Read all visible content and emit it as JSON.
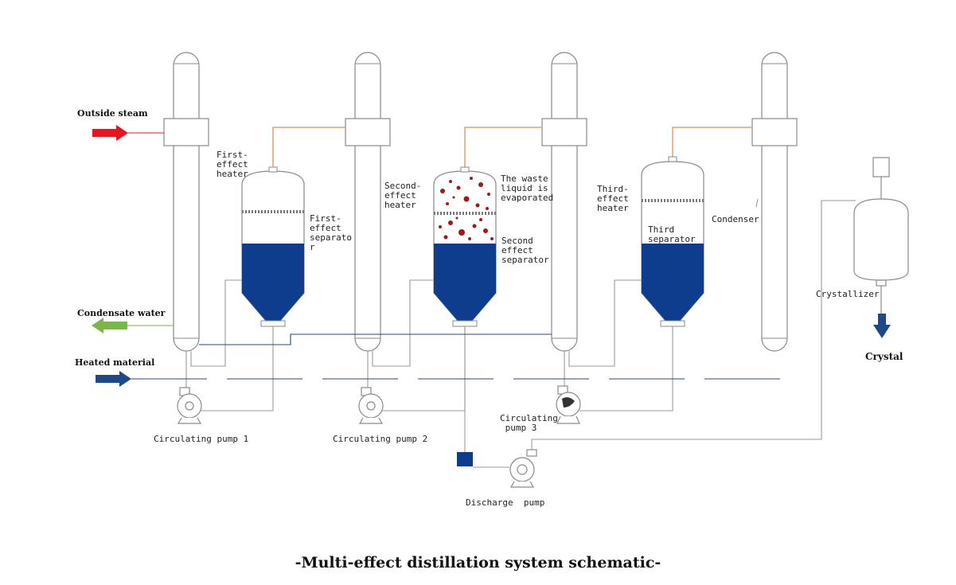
{
  "labels": {
    "outside_steam": "Outside steam",
    "condensate_water": "Condensate water",
    "heated_material": "Heated material",
    "first_effect_heater": "First-\neffect\nheater",
    "first_effect_separator": "First-\neffect\nseparato\nr",
    "second_effect_heater": "Second-\neffect\nheater",
    "waste_liquid": "The waste\nliquid is\nevaporated",
    "second_effect_separator": "Second\neffect\nseparator",
    "third_effect_heater": "Third-\neffect\nheater",
    "third_separator": "Third\nseparator",
    "condenser": "Condenser",
    "crystallizer": "Crystallizer",
    "crystal": "Crystal",
    "circulating_pump_1": "Circulating pump 1",
    "circulating_pump_2": "Circulating pump 2",
    "circulating_pump_3": "Circulating\n pump 3",
    "discharge_pump": "Discharge  pump"
  },
  "caption": "-Multi-effect distillation system schematic-",
  "colors": {
    "steam_arrow": "#e8141b",
    "condensate_arrow": "#7ab648",
    "material_arrow": "#1d4a86",
    "liquid": "#0e3d8e",
    "vapor_pipe": "#e0a070",
    "bubble": "#a01818",
    "outline": "#8a8a8a"
  }
}
